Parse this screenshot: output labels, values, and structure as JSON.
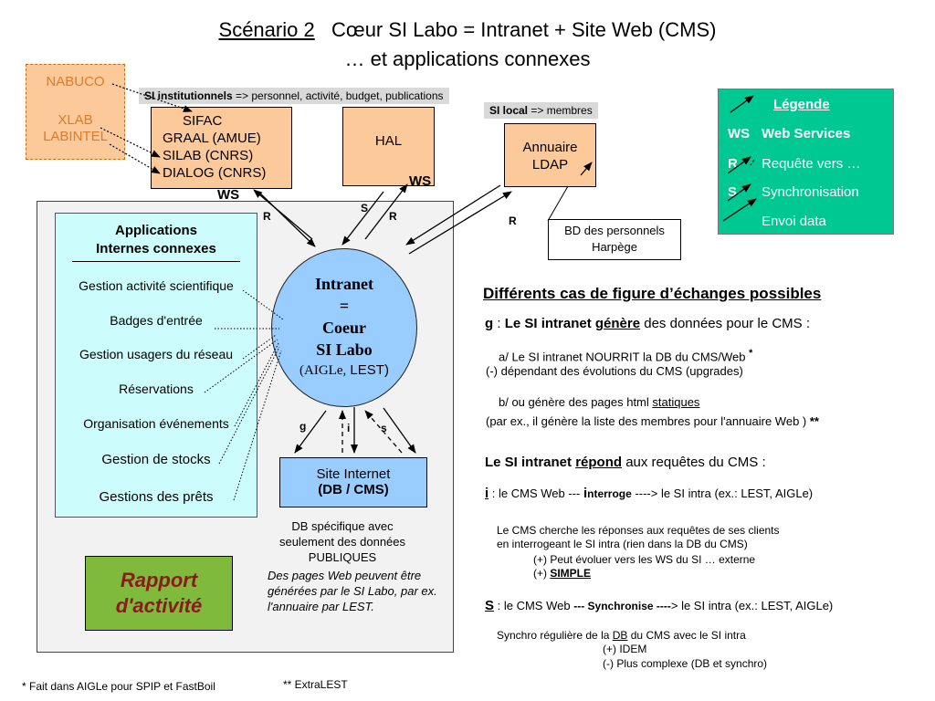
{
  "title": {
    "line1_underlined": "Scénario 2",
    "line1_rest": "Cœur SI Labo = Intranet + Site Web (CMS)",
    "line2": "… et applications connexes"
  },
  "external_box": {
    "items": [
      "NABUCO",
      "XLAB",
      "LABINTEL"
    ]
  },
  "si_inst_banner": {
    "bold": "SI institutionnels",
    "rest": " => personnel, activité, budget, publications"
  },
  "si_local_banner": {
    "bold": "SI local",
    "rest": " => membres"
  },
  "sifac_box": {
    "lines": [
      "SIFAC",
      "GRAAL (AMUE)",
      "SILAB (CNRS)",
      "DIALOG (CNRS)"
    ]
  },
  "hal_box": {
    "label": "HAL"
  },
  "annuaire_box": {
    "lines": [
      "Annuaire",
      "LDAP"
    ]
  },
  "bd_personnels": {
    "lines": [
      "BD des personnels",
      "Harpège"
    ]
  },
  "arrow_labels": {
    "ws_left": "WS",
    "ws_hal": "WS",
    "r1": "R",
    "s_hal": "S",
    "r_hal": "R",
    "r_ldap": "R",
    "g": "g",
    "i": "i",
    "s": "s"
  },
  "legend": {
    "title": "Légende",
    "rows": [
      {
        "key": "WS",
        "desc": "Web Services"
      },
      {
        "key": "R",
        "desc": "Requête vers …"
      },
      {
        "key": "S",
        "desc": "Synchronisation"
      },
      {
        "key": "",
        "desc": "Envoi data"
      }
    ]
  },
  "apps": {
    "title_line1": "Applications",
    "title_line2": "Internes connexes",
    "items": [
      "Gestion activité scientifique",
      "Badges d'entrée",
      "Gestion usagers du réseau",
      "Réservations",
      "Organisation événements",
      "Gestion de stocks",
      "Gestions des prêts"
    ]
  },
  "intranet_circle": {
    "lines": [
      "Intranet",
      "=",
      "Coeur",
      "SI Labo"
    ],
    "last_line_a": "(AIGLe,",
    "last_line_b": " LEST)"
  },
  "site_internet": {
    "line1": "Site Internet",
    "line2": "(DB / CMS)"
  },
  "db_specifique": {
    "lines": [
      "DB spécifique avec",
      "seulement des données",
      "PUBLIQUES"
    ]
  },
  "pages_web_note": {
    "lines": [
      "Des pages Web peuvent être",
      "générées par le SI Labo, par ex.",
      "l'annuaire par LEST."
    ]
  },
  "rapport": {
    "lines": [
      "Rapport",
      "d'activité"
    ]
  },
  "right_text": {
    "heading": "Différents cas de figure d’échanges possibles",
    "g_line": {
      "key": "g",
      "colon": " :  ",
      "bold_a": "Le SI intranet ",
      "bold_u": "génère",
      "rest": " des données pour le CMS :"
    },
    "a_line": "a/ Le SI intranet NOURRIT la DB du CMS/Web",
    "a_star": "*",
    "a_sub": "(-) dépendant des évolutions du CMS (upgrades)",
    "b_line_pre": "b/ ou génère des pages html ",
    "b_line_u": "statiques",
    "b_sub": "(par ex., il génère la liste des membres pour l'annuaire Web )",
    "b_star": "**",
    "repond_line": {
      "bold_a": "Le SI intranet ",
      "bold_u": "répond",
      "rest": " aux requêtes du CMS :"
    },
    "i_line": {
      "key": "i",
      "pre": " :  le CMS Web  --- ",
      "big_i": "i",
      "bold": "nterroge",
      "post": " ---->  le SI intra (ex.: LEST, AIGLe)"
    },
    "cms_cherche": [
      "Le CMS cherche les réponses aux requêtes de ses clients",
      "en interrogeant le SI intra (rien dans la DB du CMS)"
    ],
    "plus1": "(+)  Peut évoluer vers les WS du SI … externe",
    "plus2_pre": "(+)  ",
    "plus2_u": "SIMPLE",
    "s_line": {
      "key": "S",
      "pre": " :  le CMS Web  ",
      "bold": "--- Synchronise ----",
      "post": ">  le SI intra (ex.: LEST, AIGLe)"
    },
    "synchro_pre": "Synchro régulière de la ",
    "synchro_u": "DB",
    "synchro_post": " du CMS avec le SI intra",
    "idem": "(+)  IDEM",
    "plus_complexe": "(-)   Plus complexe (DB et synchro)"
  },
  "footnotes": {
    "left": "* Fait dans AIGLe pour SPIP et FastBoil",
    "right": "** ExtraLEST"
  }
}
